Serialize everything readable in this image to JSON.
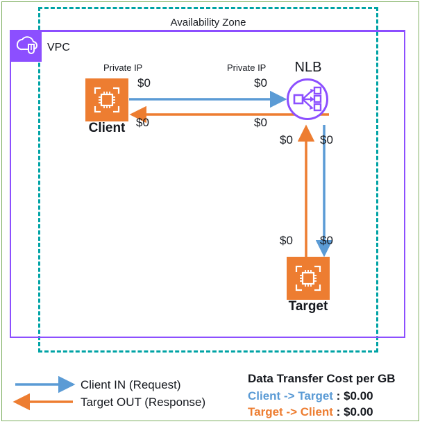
{
  "diagram": {
    "availability_zone_label": "Availability Zone",
    "vpc_label": "VPC",
    "vpc_icon": "vpc-cloud-shield-icon",
    "nodes": {
      "client": {
        "label": "Client",
        "icon": "ec2-instance-icon"
      },
      "nlb": {
        "label": "NLB",
        "icon": "network-load-balancer-icon"
      },
      "target": {
        "label": "Target",
        "icon": "ec2-instance-icon"
      }
    },
    "captions": {
      "private_ip_left": "Private IP",
      "private_ip_right": "Private IP"
    },
    "amounts": {
      "client_out_top": "$0",
      "nlb_in_top": "$0",
      "client_in_bottom": "$0",
      "nlb_out_bottom": "$0",
      "nlb_up_orange": "$0",
      "nlb_down_blue": "$0",
      "target_up_orange": "$0",
      "target_down_blue": "$0"
    },
    "colors": {
      "request_blue": "#5B9BD5",
      "response_orange": "#ED7D31",
      "vpc_purple": "#8C4FFF",
      "az_teal": "#00A3A5",
      "outer_green": "#7CAE5E",
      "node_orange": "#ED7D31"
    }
  },
  "legend": {
    "request_label": "Client IN (Request)",
    "response_label": "Target OUT (Response)"
  },
  "cost": {
    "title": "Data Transfer Cost per GB",
    "rows": [
      {
        "direction": "Client -> Target",
        "separator": " : ",
        "amount": "$0.00"
      },
      {
        "direction": "Target -> Client",
        "separator": " : ",
        "amount": "$0.00"
      }
    ]
  }
}
